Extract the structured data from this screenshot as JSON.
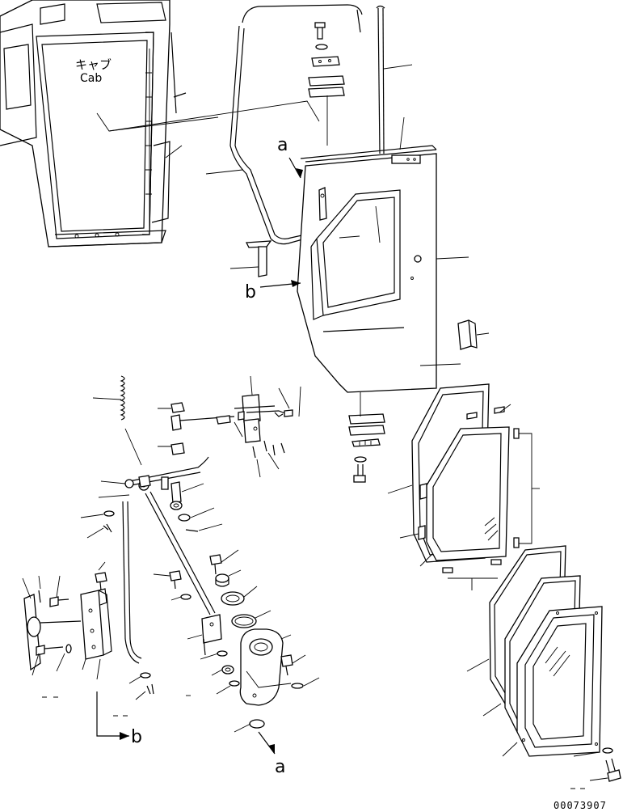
{
  "labels": {
    "cab_jp": "キャブ",
    "cab_en": "Cab",
    "view_a_top": "a",
    "view_b_top": "b",
    "view_b_bottom": "b",
    "view_a_bottom": "a",
    "drawing_number": "00073907"
  }
}
